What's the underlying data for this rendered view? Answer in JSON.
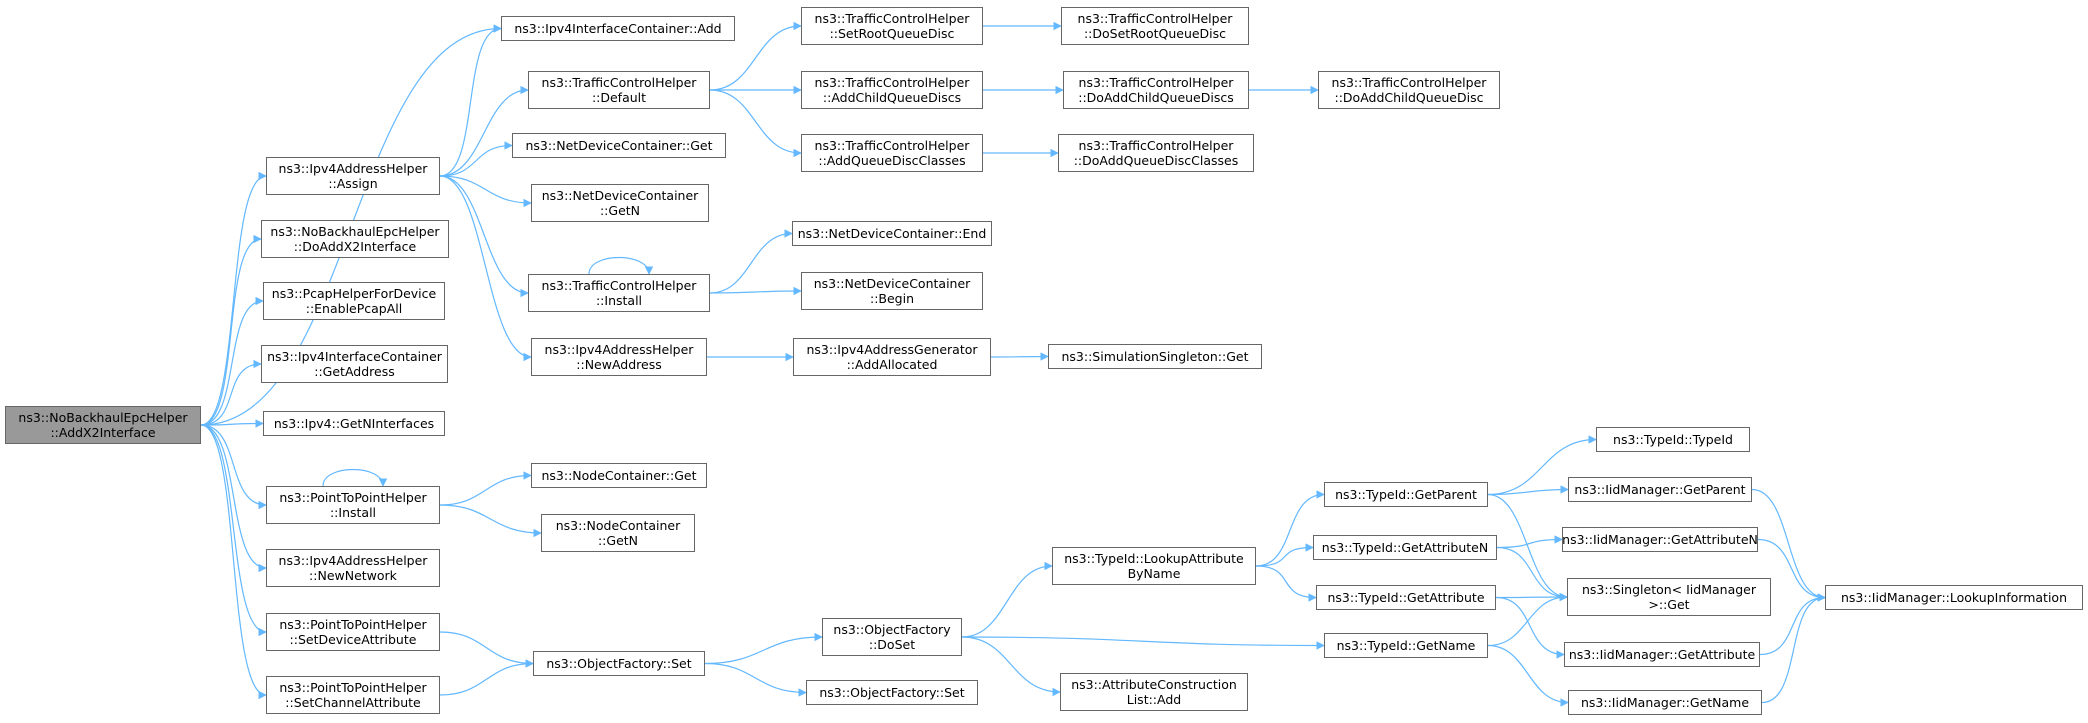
{
  "colors": {
    "edge": "#63b8ff",
    "node_border": "#666666",
    "root_fill": "#999999",
    "node_fill": "#ffffff"
  },
  "nodes": {
    "root": {
      "line1": "ns3::NoBackhaulEpcHelper",
      "line2": "::AddX2Interface"
    },
    "ifcAdd": {
      "line1": "ns3::Ipv4InterfaceContainer::Add"
    },
    "addrAssign": {
      "line1": "ns3::Ipv4AddressHelper",
      "line2": "::Assign"
    },
    "doAddX2": {
      "line1": "ns3::NoBackhaulEpcHelper",
      "line2": "::DoAddX2Interface"
    },
    "pcap": {
      "line1": "ns3::PcapHelperForDevice",
      "line2": "::EnablePcapAll"
    },
    "getAddr": {
      "line1": "ns3::Ipv4InterfaceContainer",
      "line2": "::GetAddress"
    },
    "getNIf": {
      "line1": "ns3::Ipv4::GetNInterfaces"
    },
    "p2pInst": {
      "line1": "ns3::PointToPointHelper",
      "line2": "::Install"
    },
    "newNet": {
      "line1": "ns3::Ipv4AddressHelper",
      "line2": "::NewNetwork"
    },
    "setDevAttr": {
      "line1": "ns3::PointToPointHelper",
      "line2": "::SetDeviceAttribute"
    },
    "setChAttr": {
      "line1": "ns3::PointToPointHelper",
      "line2": "::SetChannelAttribute"
    },
    "tchDefault": {
      "line1": "ns3::TrafficControlHelper",
      "line2": "::Default"
    },
    "ndcGet": {
      "line1": "ns3::NetDeviceContainer::Get"
    },
    "ndcGetN": {
      "line1": "ns3::NetDeviceContainer",
      "line2": "::GetN"
    },
    "tchInstall": {
      "line1": "ns3::TrafficControlHelper",
      "line2": "::Install"
    },
    "newAddr": {
      "line1": "ns3::Ipv4AddressHelper",
      "line2": "::NewAddress"
    },
    "ncGet": {
      "line1": "ns3::NodeContainer::Get"
    },
    "ncGetN": {
      "line1": "ns3::NodeContainer",
      "line2": "::GetN"
    },
    "ofSet": {
      "line1": "ns3::ObjectFactory::Set"
    },
    "setRoot": {
      "line1": "ns3::TrafficControlHelper",
      "line2": "::SetRootQueueDisc"
    },
    "addChild": {
      "line1": "ns3::TrafficControlHelper",
      "line2": "::AddChildQueueDiscs"
    },
    "addClasses": {
      "line1": "ns3::TrafficControlHelper",
      "line2": "::AddQueueDiscClasses"
    },
    "ndcEnd": {
      "line1": "ns3::NetDeviceContainer::End"
    },
    "ndcBegin": {
      "line1": "ns3::NetDeviceContainer",
      "line2": "::Begin"
    },
    "addAlloc": {
      "line1": "ns3::Ipv4AddressGenerator",
      "line2": "::AddAllocated"
    },
    "ofDoSet": {
      "line1": "ns3::ObjectFactory",
      "line2": "::DoSet"
    },
    "ofSet2": {
      "line1": "ns3::ObjectFactory::Set"
    },
    "doSetRoot": {
      "line1": "ns3::TrafficControlHelper",
      "line2": "::DoSetRootQueueDisc"
    },
    "doAddChilds": {
      "line1": "ns3::TrafficControlHelper",
      "line2": "::DoAddChildQueueDiscs"
    },
    "doAddClasses": {
      "line1": "ns3::TrafficControlHelper",
      "line2": "::DoAddQueueDiscClasses"
    },
    "simSingleton": {
      "line1": "ns3::SimulationSingleton::Get"
    },
    "lookupAttr": {
      "line1": "ns3::TypeId::LookupAttribute",
      "line2": "ByName"
    },
    "acListAdd": {
      "line1": "ns3::AttributeConstruction",
      "line2": "List::Add"
    },
    "doAddChild": {
      "line1": "ns3::TrafficControlHelper",
      "line2": "::DoAddChildQueueDisc"
    },
    "tidGetParent": {
      "line1": "ns3::TypeId::GetParent"
    },
    "tidGetAttrN": {
      "line1": "ns3::TypeId::GetAttributeN"
    },
    "tidGetAttr": {
      "line1": "ns3::TypeId::GetAttribute"
    },
    "tidGetName": {
      "line1": "ns3::TypeId::GetName"
    },
    "tidTypeId": {
      "line1": "ns3::TypeId::TypeId"
    },
    "iidGetParent": {
      "line1": "ns3::IidManager::GetParent"
    },
    "iidGetAttrN": {
      "line1": "ns3::IidManager::GetAttributeN"
    },
    "singleton": {
      "line1": "ns3::Singleton< IidManager",
      "line2": ">::Get"
    },
    "iidGetAttr": {
      "line1": "ns3::IidManager::GetAttribute"
    },
    "iidGetName": {
      "line1": "ns3::IidManager::GetName"
    },
    "iidLookup": {
      "line1": "ns3::IidManager::LookupInformation"
    }
  }
}
